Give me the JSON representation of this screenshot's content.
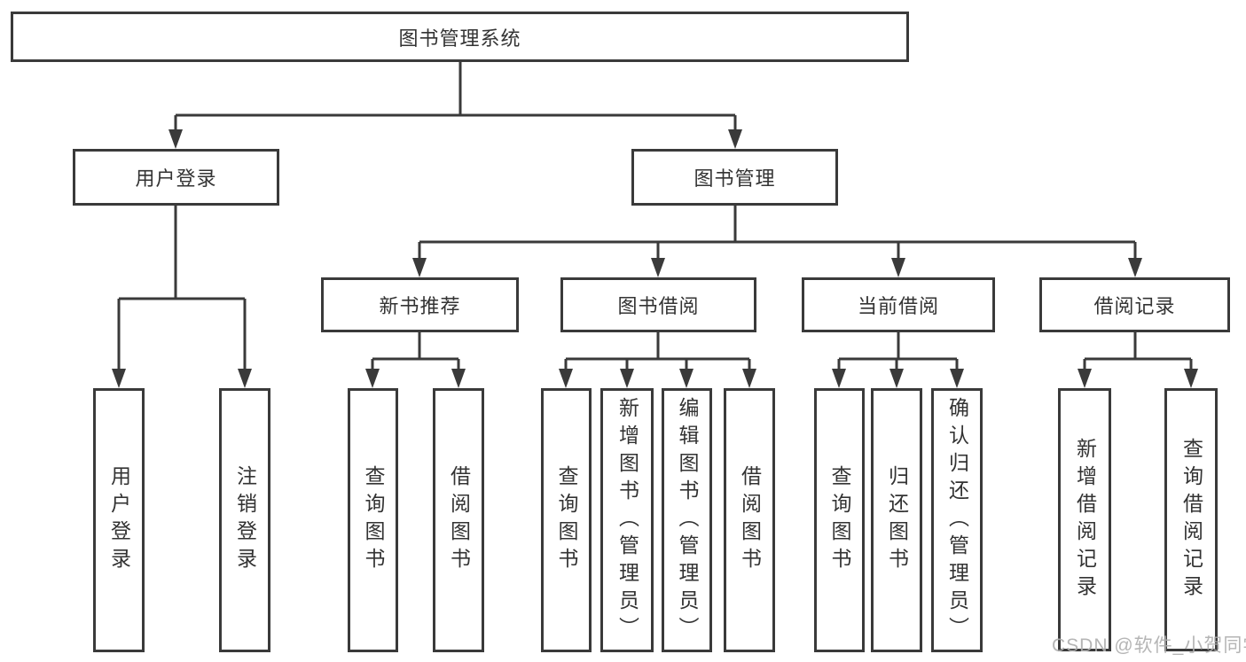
{
  "tree": {
    "root": {
      "label": "图书管理系统",
      "children": [
        {
          "label": "用户登录",
          "children": [
            {
              "label": "用户登录"
            },
            {
              "label": "注销登录"
            }
          ]
        },
        {
          "label": "图书管理",
          "children": [
            {
              "label": "新书推荐",
              "children": [
                {
                  "label": "查询图书"
                },
                {
                  "label": "借阅图书"
                }
              ]
            },
            {
              "label": "图书借阅",
              "children": [
                {
                  "label": "查询图书"
                },
                {
                  "label": "新增图书（管理员）"
                },
                {
                  "label": "编辑图书（管理员）"
                },
                {
                  "label": "借阅图书"
                }
              ]
            },
            {
              "label": "当前借阅",
              "children": [
                {
                  "label": "查询图书"
                },
                {
                  "label": "归还图书"
                },
                {
                  "label": "确认归还（管理员）"
                }
              ]
            },
            {
              "label": "借阅记录",
              "children": [
                {
                  "label": "新增借阅记录"
                },
                {
                  "label": "查询借阅记录"
                }
              ]
            }
          ]
        }
      ]
    }
  },
  "watermark": {
    "text": "CSDN @软件_小贺同学"
  },
  "colors": {
    "line": "#3a3a3a",
    "text": "#333333",
    "background": "#ffffff",
    "watermark": "#afafaf"
  }
}
